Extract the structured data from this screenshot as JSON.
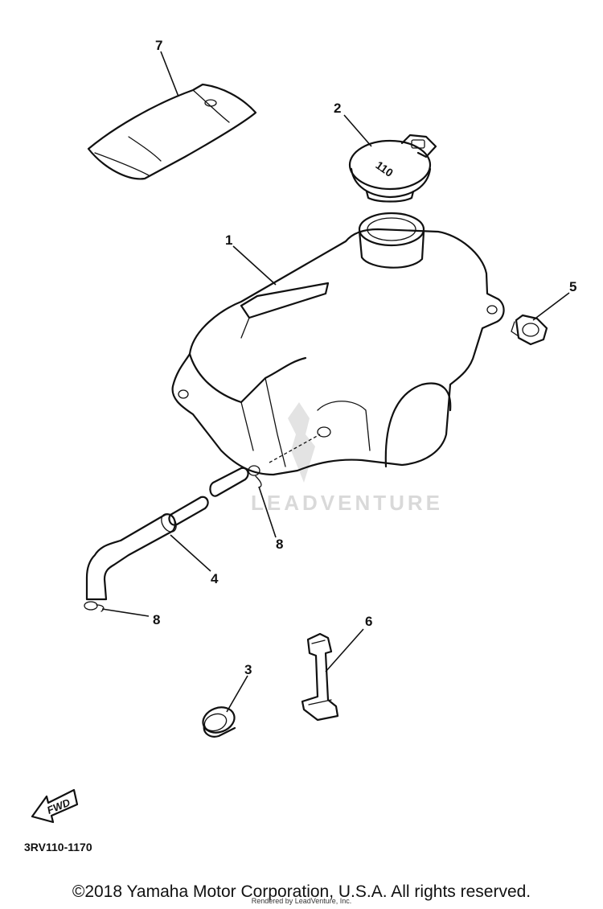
{
  "callouts": {
    "c1": "1",
    "c2": "2",
    "c3": "3",
    "c4": "4",
    "c5": "5",
    "c6": "6",
    "c7": "7",
    "c8a": "8",
    "c8b": "8"
  },
  "cap_marking": "110",
  "fwd_label": "FWD",
  "watermark": "LEADVENTURE",
  "diagram_code": "3RV110-1170",
  "copyright": "©2018 Yamaha Motor Corporation, U.S.A. All rights reserved.",
  "rendered_by": "Rendered by LeadVenture, Inc."
}
